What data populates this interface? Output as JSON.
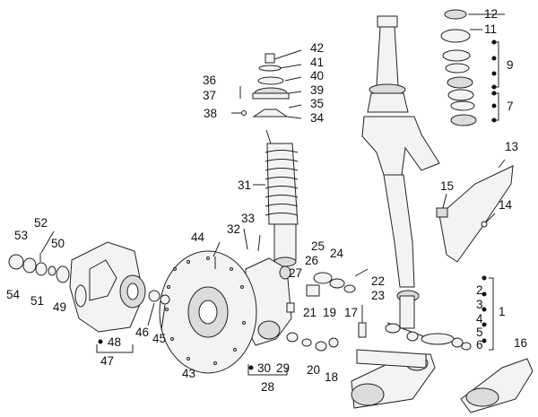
{
  "diagram": {
    "callouts": [
      "1",
      "2",
      "3",
      "4",
      "5",
      "6",
      "7",
      "9",
      "11",
      "12",
      "13",
      "14",
      "15",
      "16",
      "17",
      "18",
      "19",
      "20",
      "21",
      "22",
      "23",
      "24",
      "25",
      "26",
      "27",
      "28",
      "29",
      "30",
      "31",
      "32",
      "33",
      "34",
      "35",
      "36",
      "37",
      "38",
      "39",
      "40",
      "41",
      "42",
      "43",
      "44",
      "45",
      "46",
      "47",
      "48",
      "49",
      "50",
      "51",
      "52",
      "53",
      "54"
    ]
  }
}
